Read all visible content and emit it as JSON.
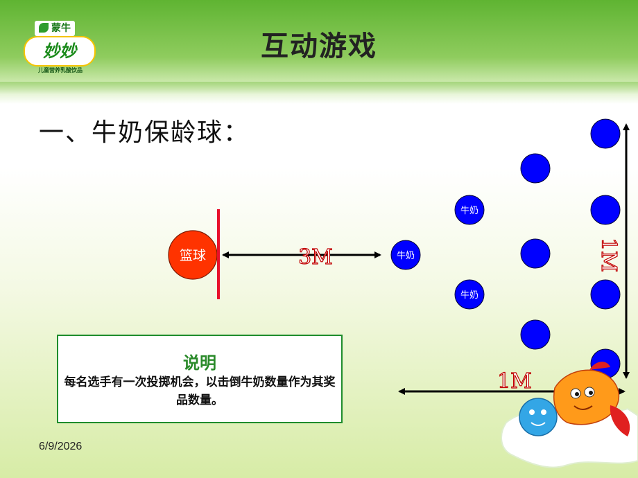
{
  "brand": {
    "top_tag": "蒙牛",
    "logo_text": "妙妙",
    "tagline": "儿童营养乳酸饮品"
  },
  "slide": {
    "title": "互动游戏",
    "subtitle": "一、牛奶保龄球："
  },
  "diagram": {
    "ball_label": "篮球",
    "milk_label": "牛奶",
    "distance_throw": "3M",
    "distance_height": "1M",
    "distance_width": "1M",
    "colors": {
      "ball": "#ff3300",
      "pin": "#0000ff",
      "line": "#e8102a",
      "arrow": "#000000"
    }
  },
  "note": {
    "title": "说明",
    "body": "每名选手有一次投掷机会，以击倒牛奶数量作为其奖品数量。"
  },
  "footer": {
    "date": "6/9/2026"
  }
}
